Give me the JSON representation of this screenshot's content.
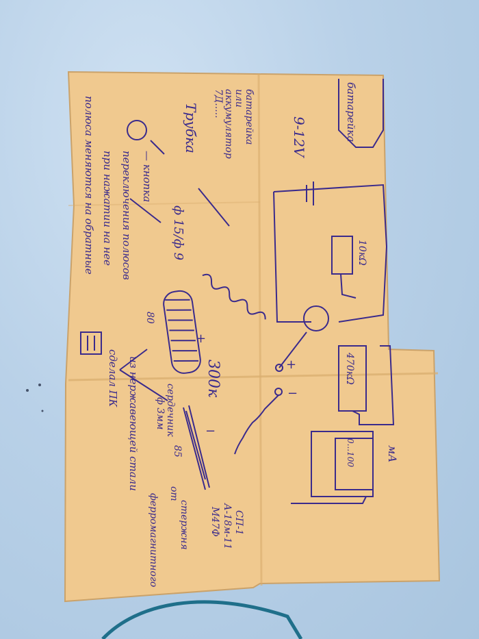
{
  "photo": {
    "subject": "handwritten circuit schematic on folded paper",
    "colors": {
      "paper": "#f0c98f",
      "paper_shadow": "#d9ad6e",
      "ink": "#3a2a8c",
      "table": "#b9d1e8",
      "cable": "#1f6f8a"
    }
  },
  "sheet": {
    "texts": {
      "battery": "батарейка",
      "or": "или",
      "accumulator": "аккумулятор",
      "etc": "7Д.....",
      "voltage": "9-12V",
      "tube": "Трубка",
      "tube_size": "ф 15/ф 9",
      "button_note_1": "— кнопка",
      "button_note_2": "переключения полюсов",
      "button_note_3": "при нажатии на нее",
      "button_note_4": "полюса меняются на обратные",
      "r1": "10кΩ",
      "r2": "470кΩ",
      "meter_unit": "мА",
      "meter_scale": "0...100",
      "turns": "300к",
      "core_1": "сердечник",
      "core_2": "ф 3мм",
      "core_3": "от",
      "core_4": "ферромагнитного",
      "core_5": "стержня",
      "wire_1": "из нержавеющей стали",
      "made_by": "сделал ПК",
      "meter_model_1": "СП-1",
      "meter_model_2": "А-18м-11",
      "meter_model_3": "М47Ф",
      "len_80": "80",
      "len_85": "85",
      "plus": "+",
      "minus": "−"
    }
  }
}
